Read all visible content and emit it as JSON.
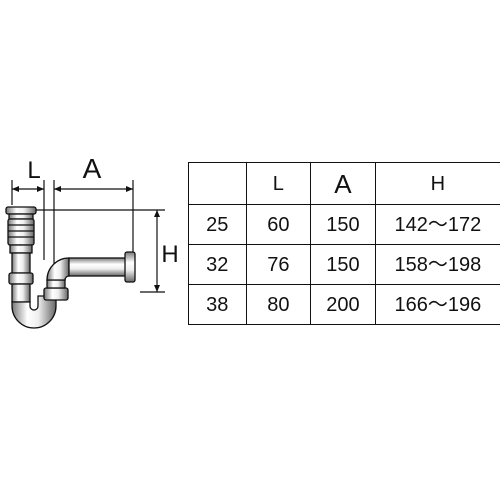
{
  "labels": {
    "L": "L",
    "A": "A",
    "H": "H"
  },
  "table": {
    "headers": [
      "",
      "L",
      "A",
      "H"
    ],
    "rows": [
      [
        "25",
        "60",
        "150",
        "142～172"
      ],
      [
        "32",
        "76",
        "150",
        "158～198"
      ],
      [
        "38",
        "80",
        "200",
        "166～196"
      ]
    ]
  },
  "colors": {
    "line": "#111111",
    "pipe_light": "#ffffff",
    "pipe_shade": "#555555"
  }
}
